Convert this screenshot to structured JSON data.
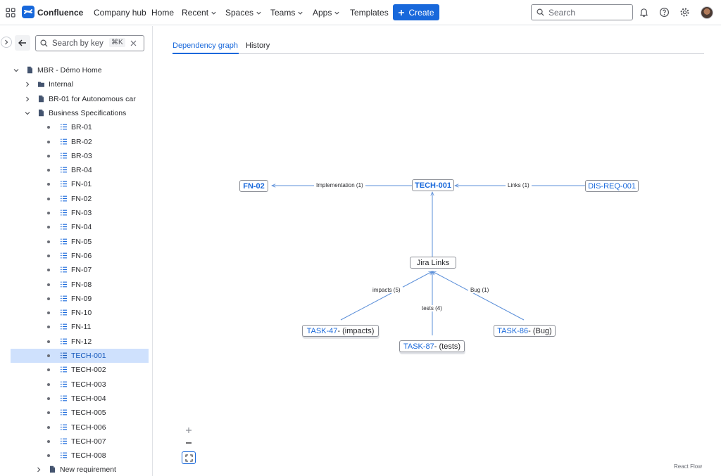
{
  "topbar": {
    "brand": "Confluence",
    "nav": [
      {
        "label": "Company hub",
        "dropdown": false
      },
      {
        "label": "Home",
        "dropdown": false
      },
      {
        "label": "Recent",
        "dropdown": true
      },
      {
        "label": "Spaces",
        "dropdown": true
      },
      {
        "label": "Teams",
        "dropdown": true
      },
      {
        "label": "Apps",
        "dropdown": true
      },
      {
        "label": "Templates",
        "dropdown": false
      }
    ],
    "create_label": "Create",
    "search_placeholder": "Search",
    "icons": [
      "app-switcher-icon",
      "notifications-icon",
      "help-icon",
      "settings-icon",
      "avatar"
    ]
  },
  "sidebar": {
    "search_placeholder": "Search by key",
    "search_shortcut": "⌘K",
    "tree": [
      {
        "label": "MBR - Démo Home",
        "icon": "page",
        "caret": "down",
        "level": 0
      },
      {
        "label": "Internal",
        "icon": "folder",
        "caret": "right",
        "level": 1
      },
      {
        "label": "BR-01 for Autonomous car",
        "icon": "page",
        "caret": "right",
        "level": 1
      },
      {
        "label": "Business Specifications",
        "icon": "page",
        "caret": "down",
        "level": 1
      },
      {
        "label": "BR-01",
        "icon": "list",
        "caret": "bullet",
        "level": 2
      },
      {
        "label": "BR-02",
        "icon": "list",
        "caret": "bullet",
        "level": 2
      },
      {
        "label": "BR-03",
        "icon": "list",
        "caret": "bullet",
        "level": 2
      },
      {
        "label": "BR-04",
        "icon": "list",
        "caret": "bullet",
        "level": 2
      },
      {
        "label": "FN-01",
        "icon": "list",
        "caret": "bullet",
        "level": 2
      },
      {
        "label": "FN-02",
        "icon": "list",
        "caret": "bullet",
        "level": 2
      },
      {
        "label": "FN-03",
        "icon": "list",
        "caret": "bullet",
        "level": 2
      },
      {
        "label": "FN-04",
        "icon": "list",
        "caret": "bullet",
        "level": 2
      },
      {
        "label": "FN-05",
        "icon": "list",
        "caret": "bullet",
        "level": 2
      },
      {
        "label": "FN-06",
        "icon": "list",
        "caret": "bullet",
        "level": 2
      },
      {
        "label": "FN-07",
        "icon": "list",
        "caret": "bullet",
        "level": 2
      },
      {
        "label": "FN-08",
        "icon": "list",
        "caret": "bullet",
        "level": 2
      },
      {
        "label": "FN-09",
        "icon": "list",
        "caret": "bullet",
        "level": 2
      },
      {
        "label": "FN-10",
        "icon": "list",
        "caret": "bullet",
        "level": 2
      },
      {
        "label": "FN-11",
        "icon": "list",
        "caret": "bullet",
        "level": 2
      },
      {
        "label": "FN-12",
        "icon": "list",
        "caret": "bullet",
        "level": 2
      },
      {
        "label": "TECH-001",
        "icon": "list",
        "caret": "bullet",
        "level": 2,
        "selected": true
      },
      {
        "label": "TECH-002",
        "icon": "list",
        "caret": "bullet",
        "level": 2
      },
      {
        "label": "TECH-003",
        "icon": "list",
        "caret": "bullet",
        "level": 2
      },
      {
        "label": "TECH-004",
        "icon": "list",
        "caret": "bullet",
        "level": 2
      },
      {
        "label": "TECH-005",
        "icon": "list",
        "caret": "bullet",
        "level": 2
      },
      {
        "label": "TECH-006",
        "icon": "list",
        "caret": "bullet",
        "level": 2
      },
      {
        "label": "TECH-007",
        "icon": "list",
        "caret": "bullet",
        "level": 2
      },
      {
        "label": "TECH-008",
        "icon": "list",
        "caret": "bullet",
        "level": 2
      },
      {
        "label": "New requirement",
        "icon": "page",
        "caret": "right",
        "level": 2
      }
    ]
  },
  "tabs": [
    {
      "label": "Dependency graph",
      "active": true
    },
    {
      "label": "History",
      "active": false
    }
  ],
  "graph": {
    "nodes": {
      "fn02": {
        "key": "FN-02",
        "suffix": ""
      },
      "tech001": {
        "key": "TECH-001",
        "suffix": ""
      },
      "disreq": {
        "key": "DIS-REQ-001",
        "suffix": ""
      },
      "jira": {
        "key": "",
        "suffix": "Jira Links"
      },
      "task47": {
        "key": "TASK-47",
        "suffix": " - (impacts)"
      },
      "task87": {
        "key": "TASK-87",
        "suffix": " - (tests)"
      },
      "task86": {
        "key": "TASK-86",
        "suffix": " - (Bug)"
      }
    },
    "edges": {
      "implementation": "Implementation (1)",
      "links": "Links (1)",
      "impacts": "impacts (5)",
      "tests": "tests (4)",
      "bug": "Bug (1)"
    },
    "attribution": "React Flow"
  },
  "colors": {
    "accent": "#1868db",
    "selected_bg": "#cfe1fd",
    "edge": "#5b8fd9"
  }
}
